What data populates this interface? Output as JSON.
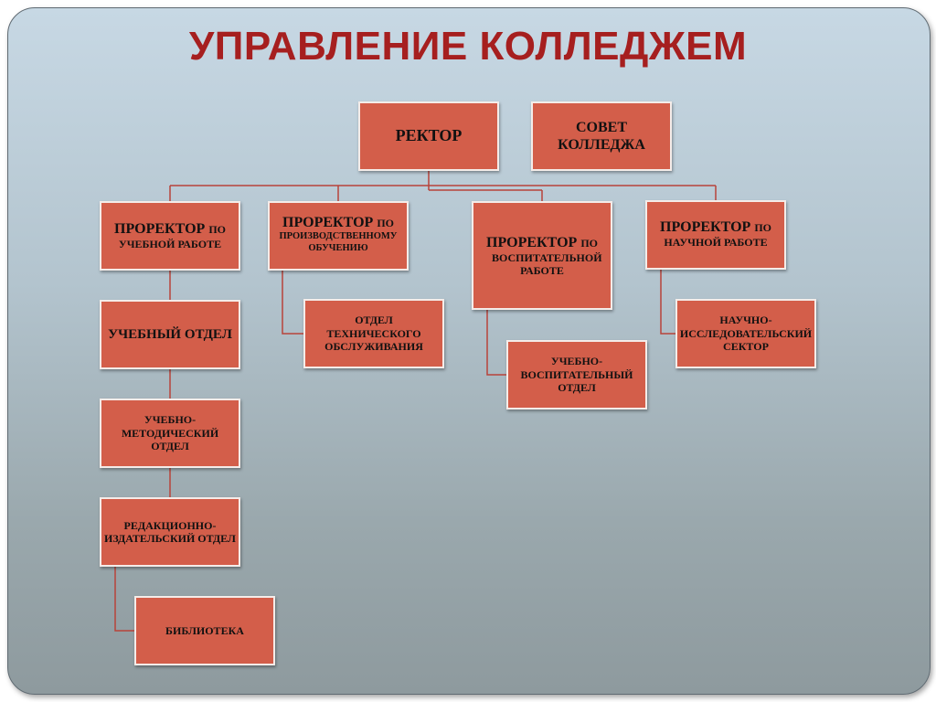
{
  "title": "УПРАВЛЕНИЕ КОЛЛЕДЖЕМ",
  "rector": "РЕКТОР",
  "council": "СОВЕТ КОЛЛЕДЖА",
  "vice": [
    {
      "head": "ПРОРЕКТОР",
      "sub": "ПО",
      "rest": "УЧЕБНОЙ РАБОТЕ"
    },
    {
      "head": "ПРОРЕКТОР",
      "sub": "ПО",
      "rest": "ПРОИЗВОДСТВЕННОМУ ОБУЧЕНИЮ"
    },
    {
      "head": "ПРОРЕКТОР",
      "sub": "ПО",
      "rest": "ВОСПИТАТЕЛЬНОЙ РАБОТЕ"
    },
    {
      "head": "ПРОРЕКТОР",
      "sub": "ПО",
      "rest": "НАУЧНОЙ РАБОТЕ"
    }
  ],
  "depts": {
    "study_dept": "УЧЕБНЫЙ ОТДЕЛ",
    "method_dept": "УЧЕБНО-МЕТОДИЧЕСКИЙ ОТДЕЛ",
    "publish_dept": "РЕДАКЦИОННО-ИЗДАТЕЛЬСКИЙ ОТДЕЛ",
    "library": "БИБЛИОТЕКА",
    "tech_dept": "ОТДЕЛ ТЕХНИЧЕСКОГО ОБСЛУЖИВАНИЯ",
    "edu_dept": "УЧЕБНО-ВОСПИТАТЕЛЬНЫЙ ОТДЕЛ",
    "science_sector": "НАУЧНО-ИССЛЕДОВАТЕЛЬСКИЙ СЕКТОР"
  },
  "colors": {
    "title": "#a61f1f",
    "box_fill": "#d35e4a",
    "box_border": "#f4ece9",
    "line": "#b8433a"
  }
}
